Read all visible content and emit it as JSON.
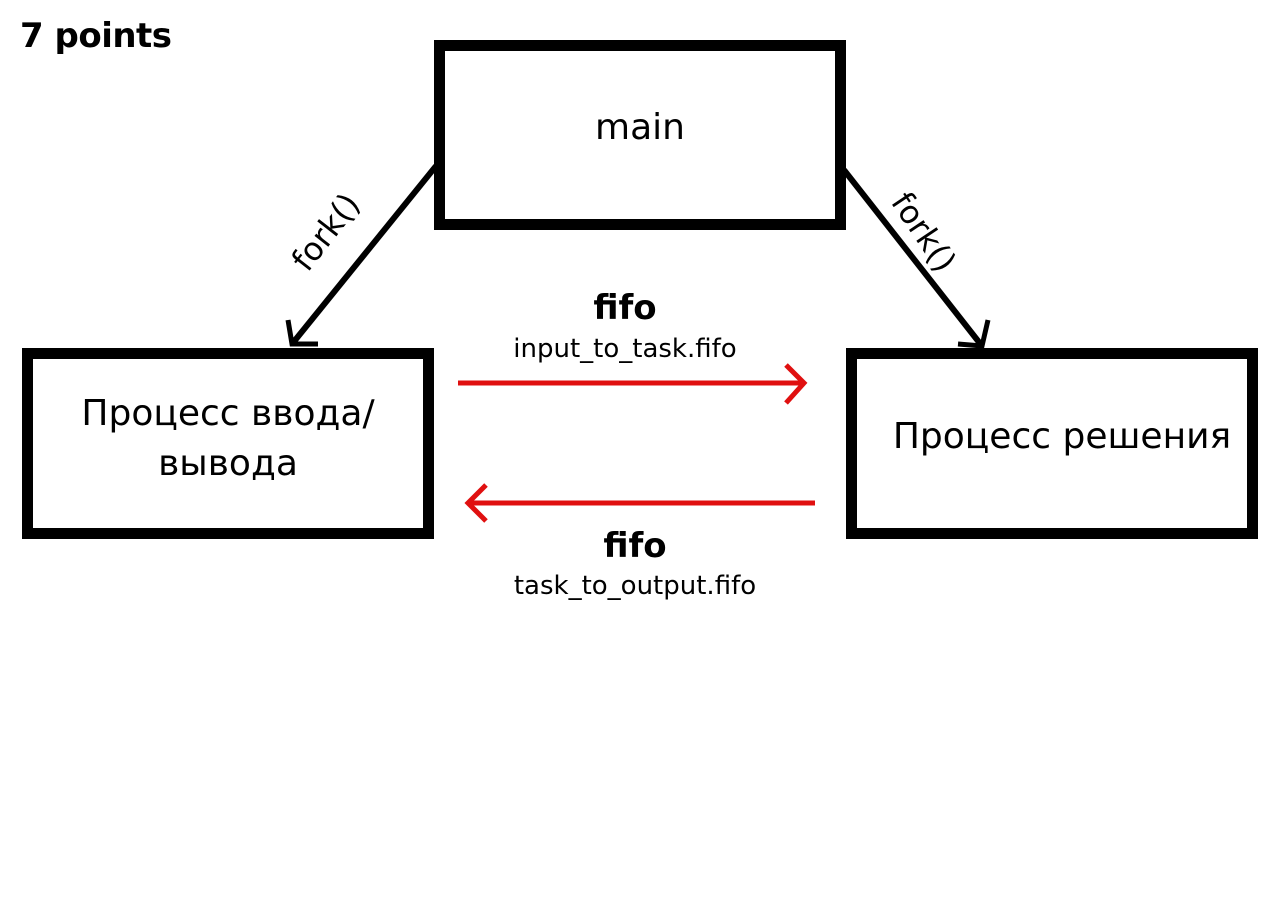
{
  "heading": "7 points",
  "nodes": {
    "main": "main",
    "io_process": "Процесс ввода/вывода",
    "task_process": "Процесс решения"
  },
  "edges": {
    "fork_left": "fork()",
    "fork_right": "fork()",
    "fifo_forward": {
      "title": "fifo",
      "file": "input_to_task.fifo"
    },
    "fifo_back": {
      "title": "fifo",
      "file": "task_to_output.fifo"
    }
  },
  "colors": {
    "fifo_arrow": "#e01010",
    "fork_arrow": "#000000",
    "box_border": "#000000"
  }
}
